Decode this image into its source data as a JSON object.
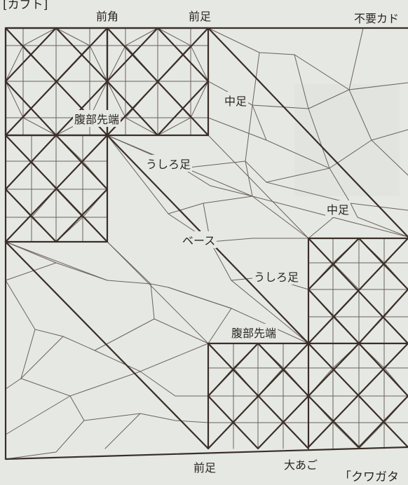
{
  "header": {
    "section_left": "[カブト]",
    "section_right": "「クワガタ"
  },
  "labels": {
    "top_front_horn": "前角",
    "top_front_leg": "前足",
    "top_unneeded_corner": "不要カド",
    "middle_leg_upper": "中足",
    "belly_tip_upper": "腹部先端",
    "hind_leg_upper": "うしろ足",
    "middle_leg_right": "中足",
    "base": "ベース",
    "hind_leg_lower": "うしろ足",
    "belly_tip_lower": "腹部先端",
    "bottom_front_leg": "前足",
    "bottom_big_jaw": "大あご"
  },
  "colors": {
    "paper": "#e6e8e3",
    "thin_line": "#6b625b",
    "bold_line": "#3a2e28"
  }
}
